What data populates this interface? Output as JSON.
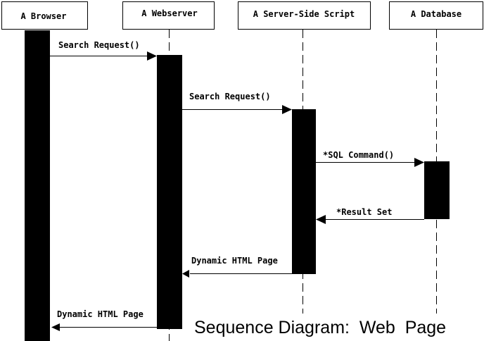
{
  "diagram": {
    "type": "sequence",
    "title": "Sequence Diagram:  Web  Page",
    "participants": [
      {
        "id": "browser",
        "label": "A Browser"
      },
      {
        "id": "webserver",
        "label": "A Webserver"
      },
      {
        "id": "script",
        "label": "A Server-Side Script"
      },
      {
        "id": "database",
        "label": "A Database"
      }
    ],
    "messages": [
      {
        "from": "browser",
        "to": "webserver",
        "label": "Search Request()"
      },
      {
        "from": "webserver",
        "to": "script",
        "label": "Search Request()"
      },
      {
        "from": "script",
        "to": "database",
        "label": "*SQL Command()"
      },
      {
        "from": "database",
        "to": "script",
        "label": "*Result Set"
      },
      {
        "from": "script",
        "to": "webserver",
        "label": "Dynamic HTML Page"
      },
      {
        "from": "webserver",
        "to": "browser",
        "label": "Dynamic HTML Page"
      }
    ],
    "colors": {
      "line": "#000000",
      "background": "#ffffff",
      "activation": "#000000"
    }
  }
}
